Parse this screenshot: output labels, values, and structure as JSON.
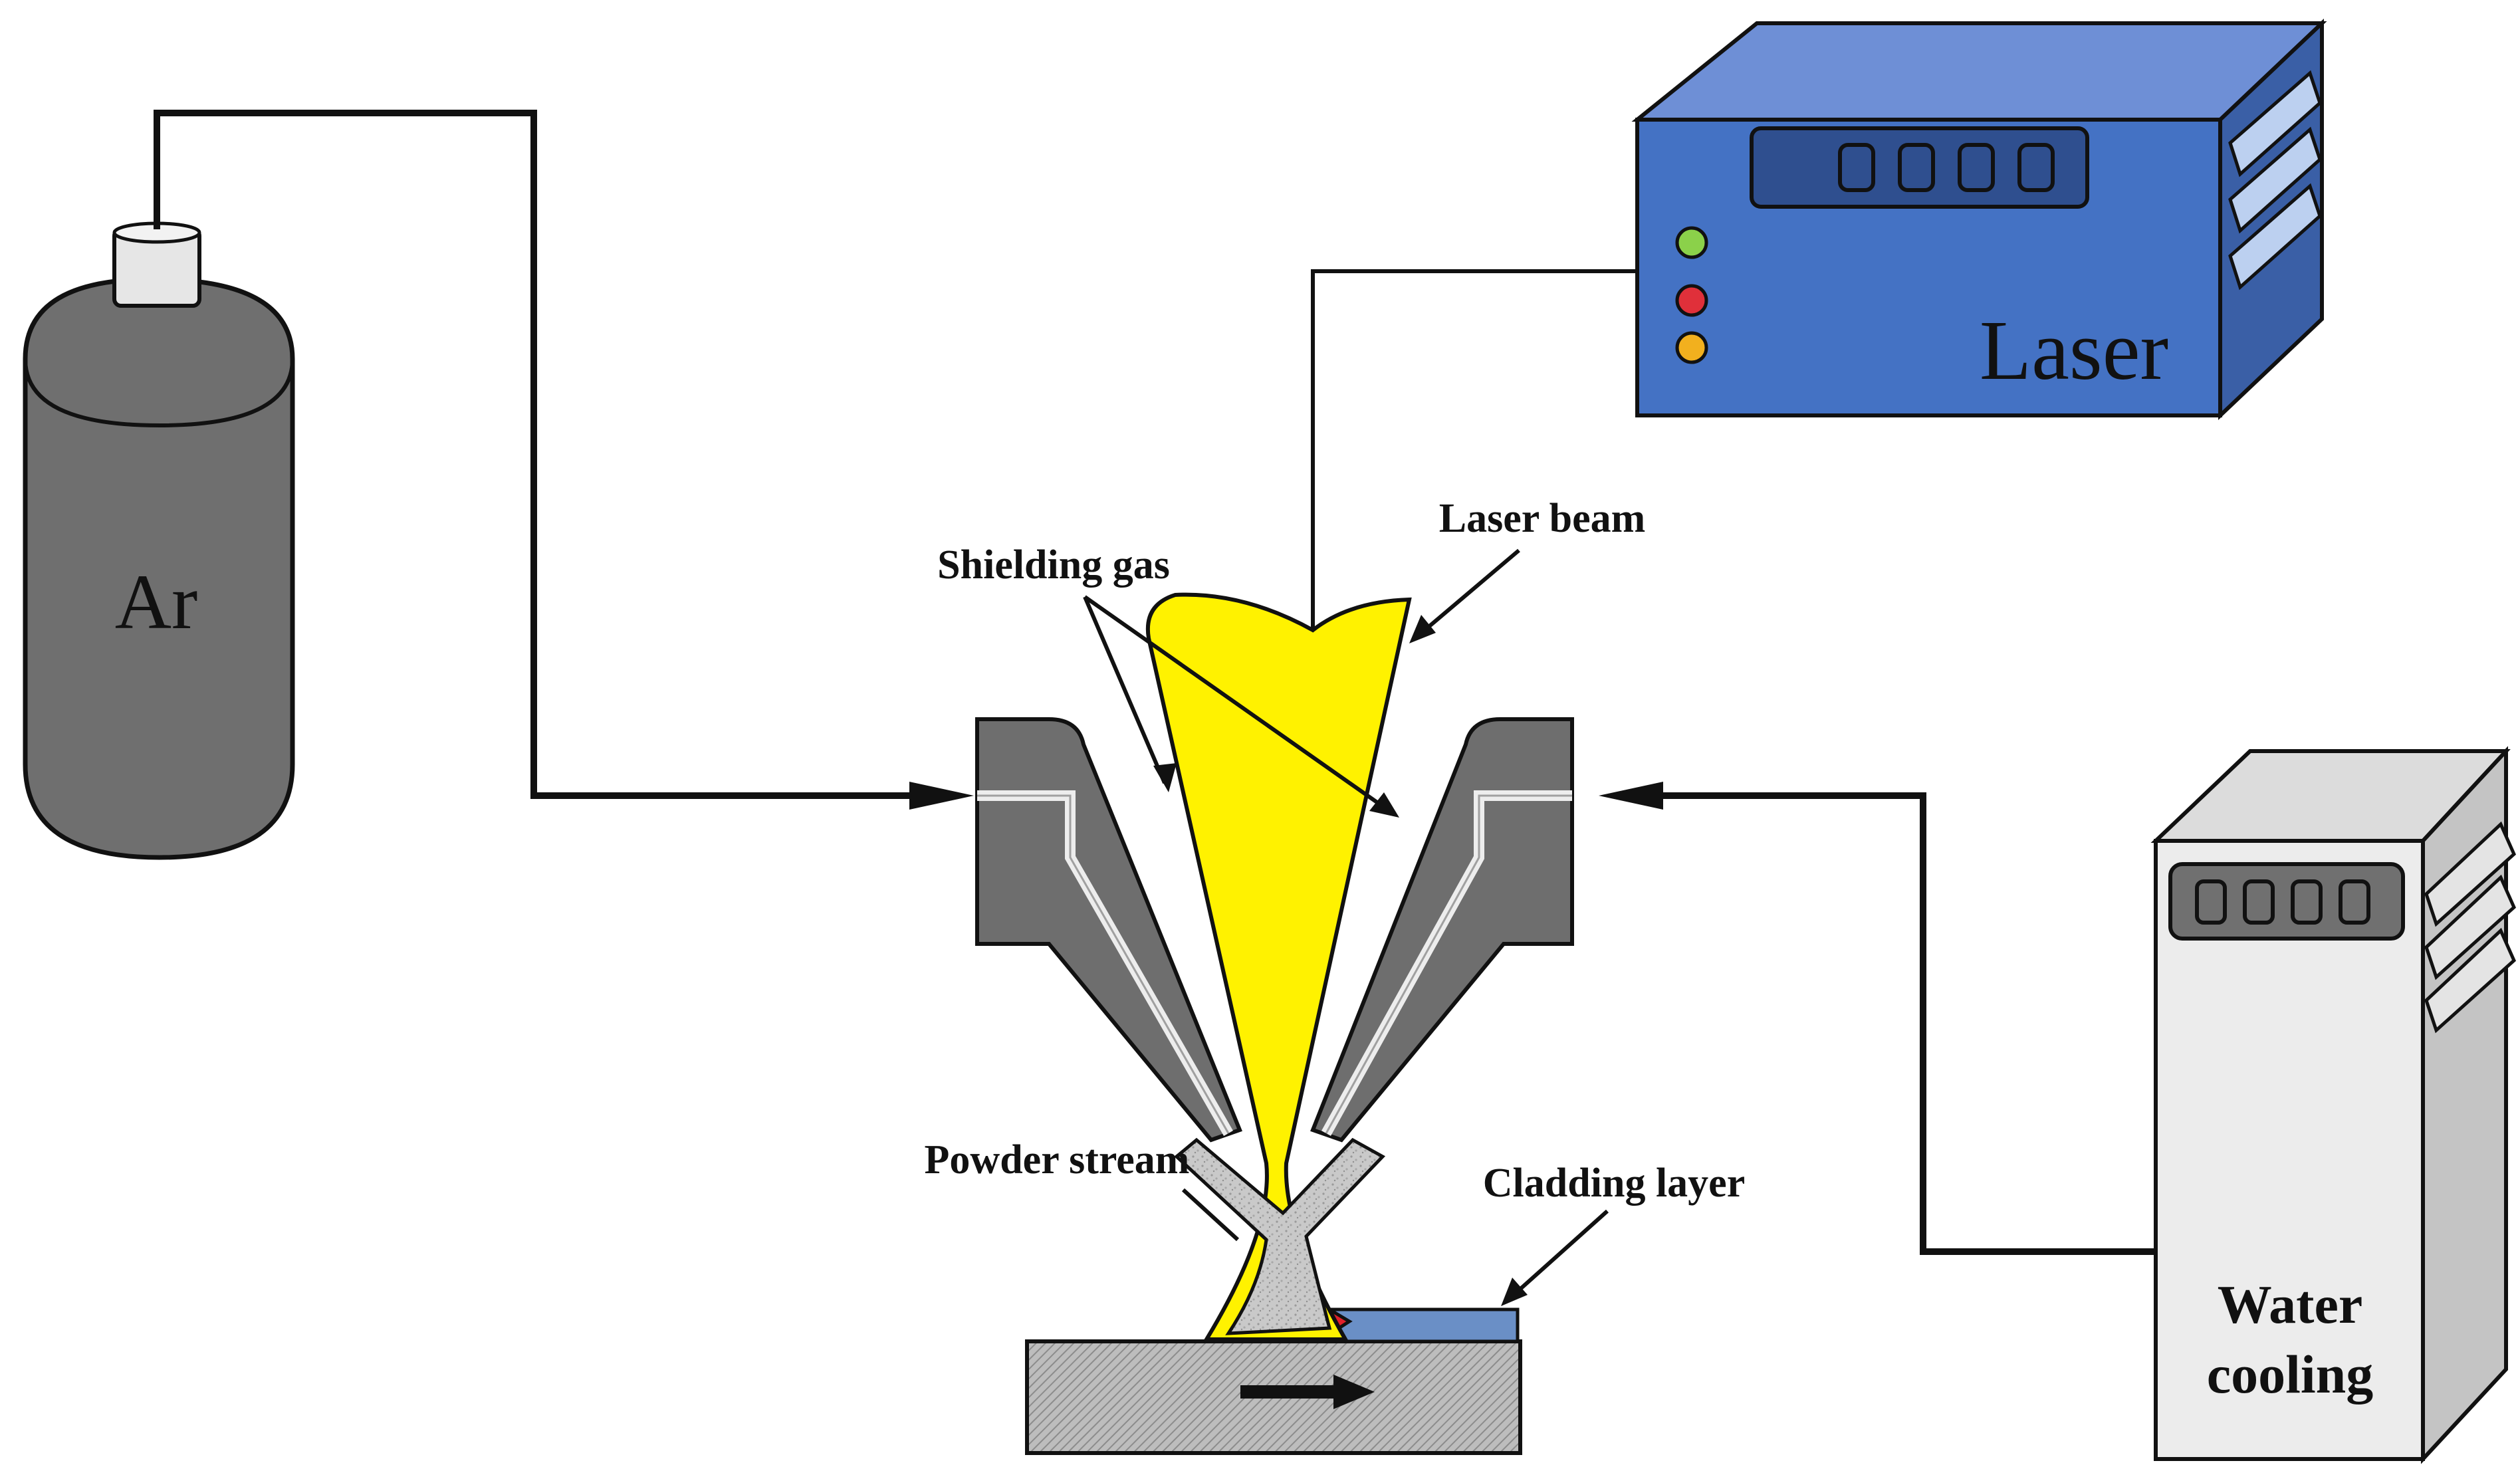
{
  "labels": {
    "argon": "Ar",
    "laser": "Laser",
    "laser_beam": "Laser beam",
    "shielding_gas": "Shielding gas",
    "powder_stream": "Powder stream",
    "cladding_layer": "Cladding layer",
    "water_cooling_line1": "Water",
    "water_cooling_line2": "cooling"
  },
  "colors": {
    "laser_box_front": "#4472C4",
    "laser_box_top": "#6E8FD6",
    "laser_box_side": "#3A5FA6",
    "cylinder": "#6F6F6F",
    "nozzle": "#6E6E6E",
    "beam": "#FFF200",
    "powder": "#C9C9C9",
    "melt_pool": "#E0202A",
    "cladding": "#6A8FC6",
    "substrate": "#BDBDBD",
    "chiller_front": "#ECECEC",
    "chiller_side": "#C4C4C4",
    "led_green": "#8BD14A",
    "led_red": "#E0303A",
    "led_yellow": "#F2B01E"
  }
}
